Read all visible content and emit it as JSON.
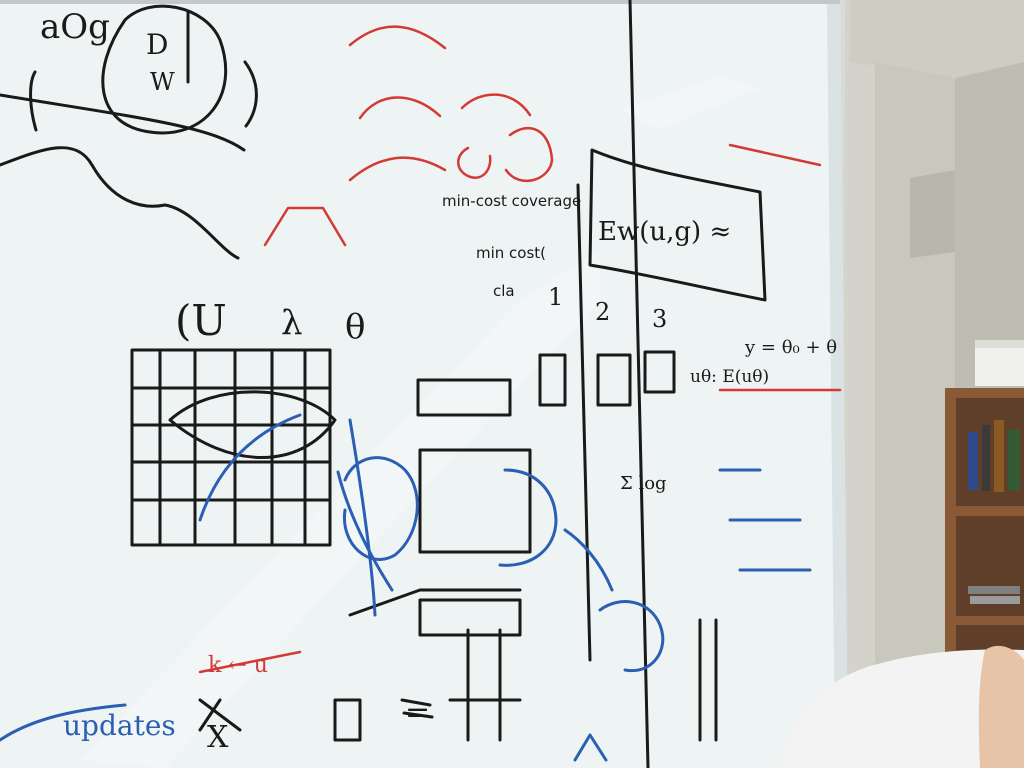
{
  "scene": {
    "subject": "whiteboard with handwritten diagrams and equations",
    "palette": {
      "board": "#eef3f3",
      "board_shadow": "#dfe6e7",
      "frame": "#b7bcbd",
      "ink_black": "#1a1a1a",
      "ink_red": "#d33a36",
      "ink_blue": "#2a5fb3",
      "wall": "#d2d2ca",
      "pillar": "#c9c9bd",
      "shelf": "#8a5a36",
      "person": "#f3f3f3",
      "skin": "#e7c3a7"
    },
    "handwriting": {
      "top_left": "aOg",
      "fraction_top": "D",
      "fraction_bottom": "W",
      "phrase_1": "min-cost coverage",
      "phrase_2": "min cost(",
      "phrase_3": "cla",
      "numbers_row": [
        "1",
        "2",
        "3"
      ],
      "math_1": "Ew(u,g) ≈",
      "math_2": "y = θ₀ + θ",
      "math_3": "uθ: E(uθ)",
      "symbol_1": "(U",
      "symbol_2": "λ",
      "symbol_3": "θ",
      "updates_text": "updates",
      "equation_red": "k ← u",
      "sum_text": "Σ log",
      "bottom_symbols": "= ",
      "operators": "X"
    }
  }
}
